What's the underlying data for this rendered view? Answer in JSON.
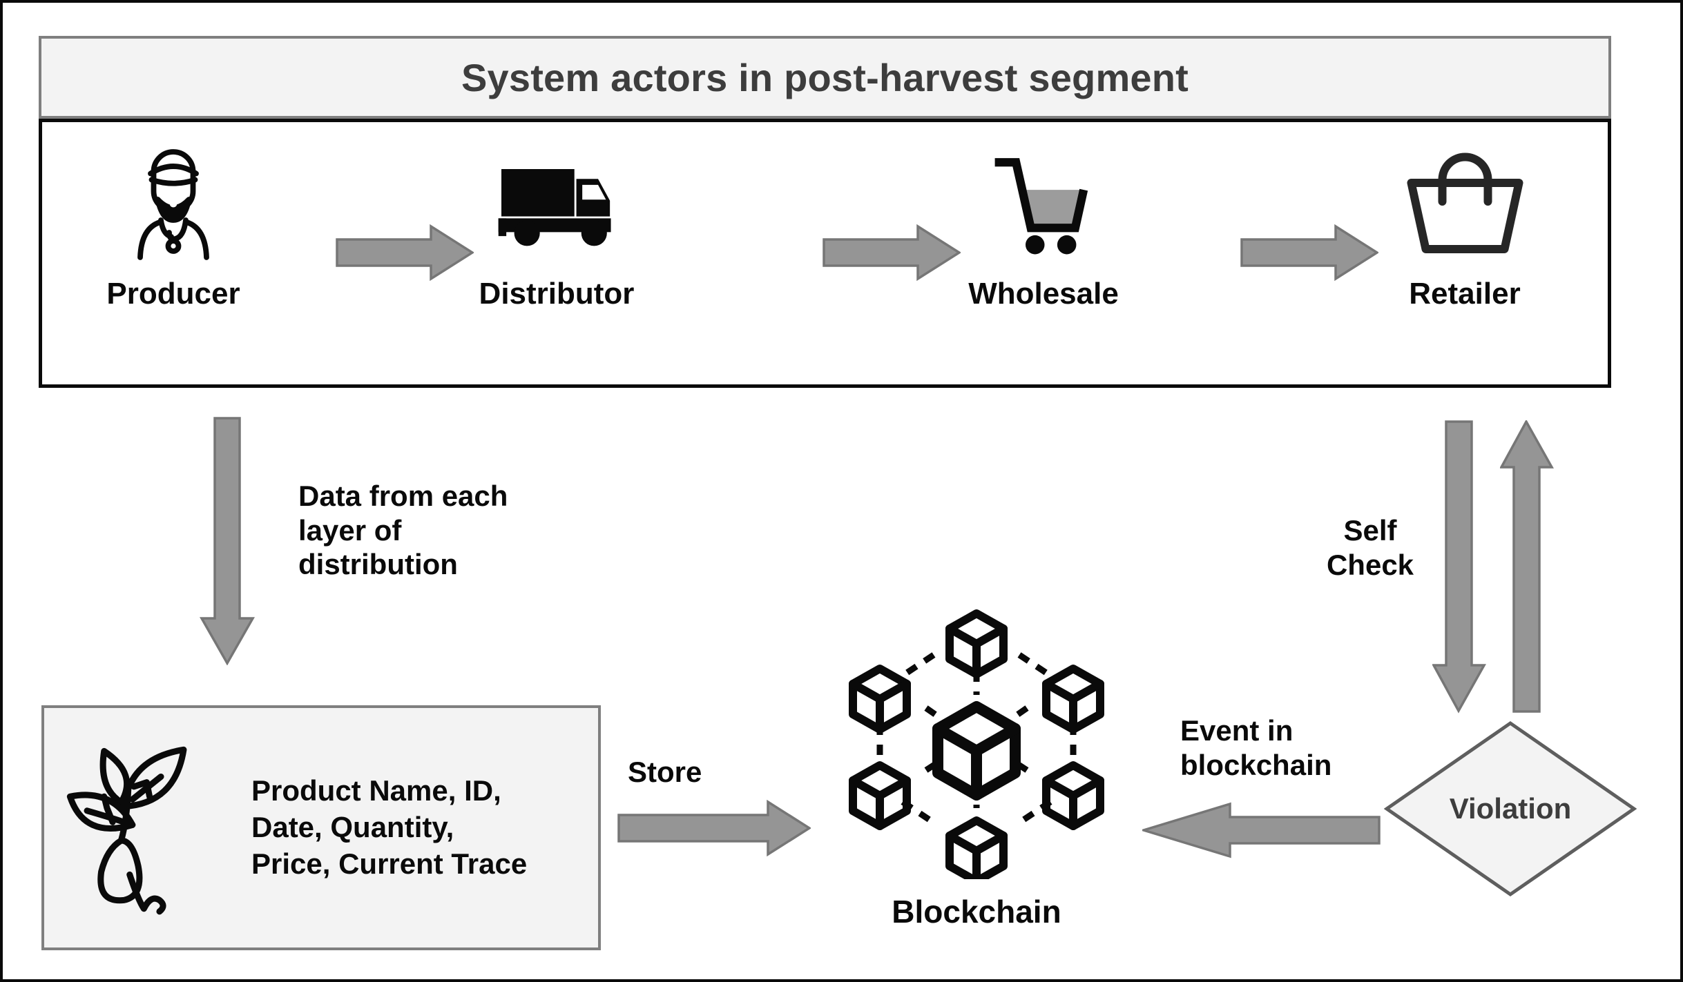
{
  "figure": {
    "outer_border_color": "#0a0a0a",
    "background": "#ffffff"
  },
  "actors_panel": {
    "title": "System actors in post-harvest segment",
    "title_fill": "#f3f3f3",
    "title_border": "#7f7f7f",
    "box_border": "#0a0a0a",
    "actors": [
      {
        "label": "Producer",
        "icon": "farmer-person-icon"
      },
      {
        "label": "Distributor",
        "icon": "delivery-truck-icon"
      },
      {
        "label": "Wholesale",
        "icon": "shopping-cart-icon"
      },
      {
        "label": "Retailer",
        "icon": "shopping-bag-icon"
      }
    ],
    "flow_arrows": [
      {
        "name": "arrow-producer-to-distributor",
        "direction": "right"
      },
      {
        "name": "arrow-distributor-to-wholesale",
        "direction": "right"
      },
      {
        "name": "arrow-wholesale-to-retailer",
        "direction": "right"
      }
    ]
  },
  "connectors": {
    "data_from_layers": "Data from each\nlayer of\ndistribution",
    "store": "Store",
    "self_check": "Self\nCheck",
    "event_in_blockchain": "Event in\nblockchain"
  },
  "product_box": {
    "text": "Product Name, ID,\nDate, Quantity,\nPrice, Current Trace",
    "icon": "seedling-plant-icon",
    "fill": "#f3f3f3",
    "border": "#7f7f7f"
  },
  "blockchain": {
    "label": "Blockchain",
    "icon": "blockchain-cube-network-icon",
    "node_count": 7
  },
  "violation": {
    "label": "Violation",
    "shape": "diamond",
    "fill": "#f3f3f3",
    "border": "#5e5e5e"
  },
  "palette": {
    "arrow_fill": "#959595",
    "arrow_stroke": "#767676",
    "panel_fill": "#f3f3f3",
    "panel_stroke": "#7f7f7f",
    "ink": "#0a0a0a",
    "title_ink": "#3d3d3d"
  }
}
